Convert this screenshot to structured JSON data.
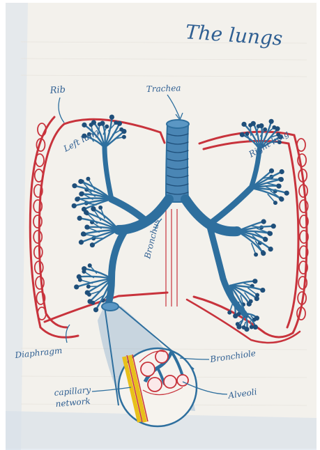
{
  "title": "The lungs",
  "labels": {
    "rib": "Rib",
    "trachea": "Trachea",
    "left_lung": "Left lung",
    "right_lung": "Right lung",
    "bronchus": "Bronchus",
    "diaphragm": "Diaphragm",
    "bronchiole": "Bronchiole",
    "capillary_network_1": "capillary",
    "capillary_network_2": "network",
    "alveoli": "Alveoli"
  },
  "colors": {
    "ink_blue": "#2e6f9e",
    "ink_red": "#c8333c",
    "highlight_yellow": "#e8c01a",
    "paper": "#f4f2ee"
  }
}
